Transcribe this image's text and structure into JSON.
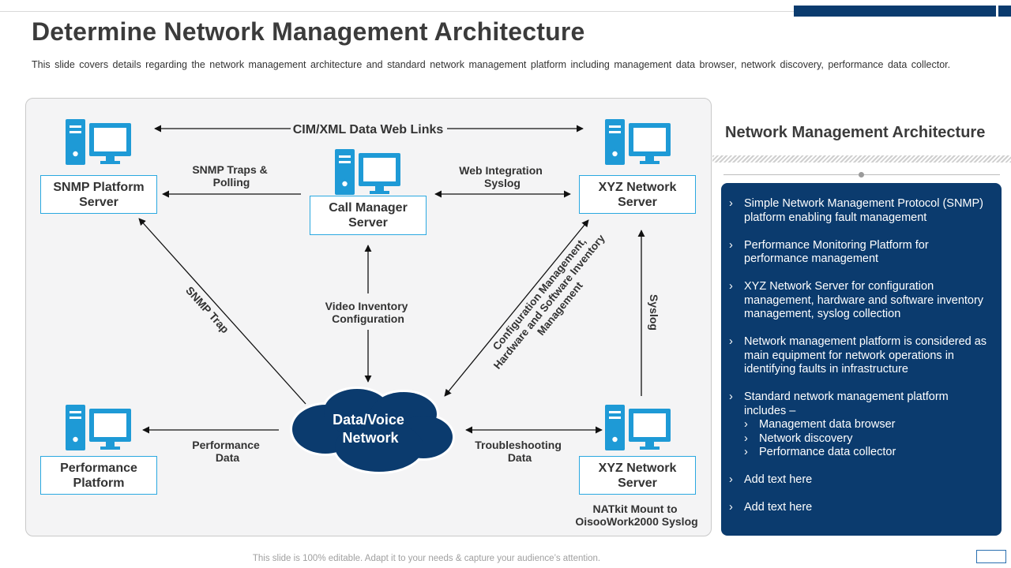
{
  "slide": {
    "title": "Determine Network Management Architecture",
    "subtitle": "This slide covers details regarding the network management architecture and standard network management platform including management data browser, network discovery, performance data collector.",
    "footer": "This slide is 100% editable. Adapt it to your needs & capture your audience’s attention."
  },
  "diagram": {
    "nodes": {
      "snmp_server": [
        "SNMP Platform",
        "Server"
      ],
      "call_manager": [
        "Call Manager",
        "Server"
      ],
      "xyz_top": [
        "XYZ Network",
        "Server"
      ],
      "performance": [
        "Performance",
        "Platform"
      ],
      "xyz_bottom": [
        "XYZ Network",
        "Server"
      ]
    },
    "cloud": [
      "Data/Voice",
      "Network"
    ],
    "links": {
      "cim_xml": "CIM/XML Data Web Links",
      "snmp_traps": [
        "SNMP Traps &",
        "Polling"
      ],
      "web_integration": [
        "Web Integration",
        "Syslog"
      ],
      "video_inventory": [
        "Video Inventory",
        "Configuration"
      ],
      "snmp_trap": "SNMP Trap",
      "config_mgmt": [
        "Configuration Management,",
        "Hardware and Software Inventory",
        "Management"
      ],
      "syslog": "Syslog",
      "performance_data": [
        "Performance",
        "Data"
      ],
      "troubleshooting": [
        "Troubleshooting",
        "Data"
      ],
      "natkit": [
        "NATkit Mount to",
        "OisooWork2000 Syslog"
      ]
    },
    "colors": {
      "accent": "#1e9ad6",
      "node_border": "#2aa8e0",
      "cloud": "#0b3b6e"
    },
    "icons": [
      "computer-icon",
      "computer-icon",
      "computer-icon",
      "computer-icon",
      "computer-icon"
    ]
  },
  "sidebar": {
    "title": "Network Management Architecture",
    "items": [
      {
        "text": "Simple Network Management Protocol (SNMP) platform enabling fault management"
      },
      {
        "text": "Performance Monitoring Platform for performance management"
      },
      {
        "text": "XYZ  Network Server for configuration management, hardware and software inventory management, syslog collection"
      },
      {
        "text": "Network management platform is considered as main equipment for network operations in identifying faults in infrastructure"
      },
      {
        "text": "Standard network management platform includes –",
        "subitems": [
          "Management data browser",
          "Network discovery",
          "Performance data collector"
        ]
      },
      {
        "text": "Add text here"
      },
      {
        "text": "Add text here"
      }
    ],
    "colors": {
      "background": "#0b3b6e",
      "text": "#ffffff"
    }
  }
}
